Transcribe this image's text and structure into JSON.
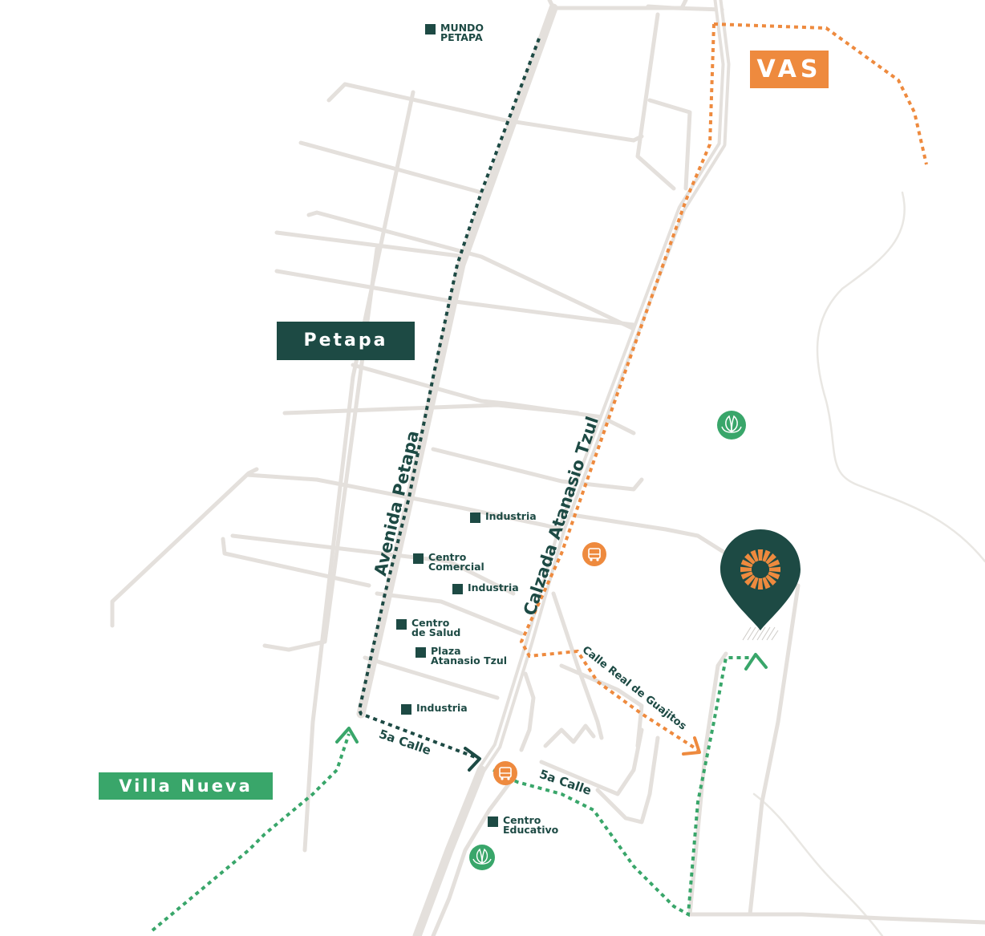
{
  "regions": {
    "vas": "VAS",
    "petapa": "Petapa",
    "villa_nueva": "Villa Nueva"
  },
  "roads": {
    "avenida_petapa": "Avenida Petapa",
    "calzada_atanasio_tzul": "Calzada Atanasio Tzul",
    "calle_5a_west": "5a Calle",
    "calle_5a_east": "5a Calle",
    "calle_real_guajitos": "Calle Real de Guajitos"
  },
  "pois": [
    {
      "id": "mundo-petapa",
      "label": "MUNDO\nPETAPA"
    },
    {
      "id": "industria-1",
      "label": "Industria"
    },
    {
      "id": "centro-comercial",
      "label": "Centro\nComercial"
    },
    {
      "id": "industria-2",
      "label": "Industria"
    },
    {
      "id": "centro-salud",
      "label": "Centro\nde Salud"
    },
    {
      "id": "plaza-atanasio",
      "label": "Plaza\nAtanasio Tzul"
    },
    {
      "id": "industria-3",
      "label": "Industria"
    },
    {
      "id": "centro-educativo",
      "label": "Centro\nEducativo"
    }
  ],
  "markers": {
    "bus_icon": "bus-icon",
    "park_icon": "leaf-icon",
    "location_pin_icon": "sun-pin-icon"
  },
  "colors": {
    "dark_green": "#1d4a44",
    "orange": "#ee8a3e",
    "green": "#39a66a",
    "road": "#e4e0dc"
  }
}
